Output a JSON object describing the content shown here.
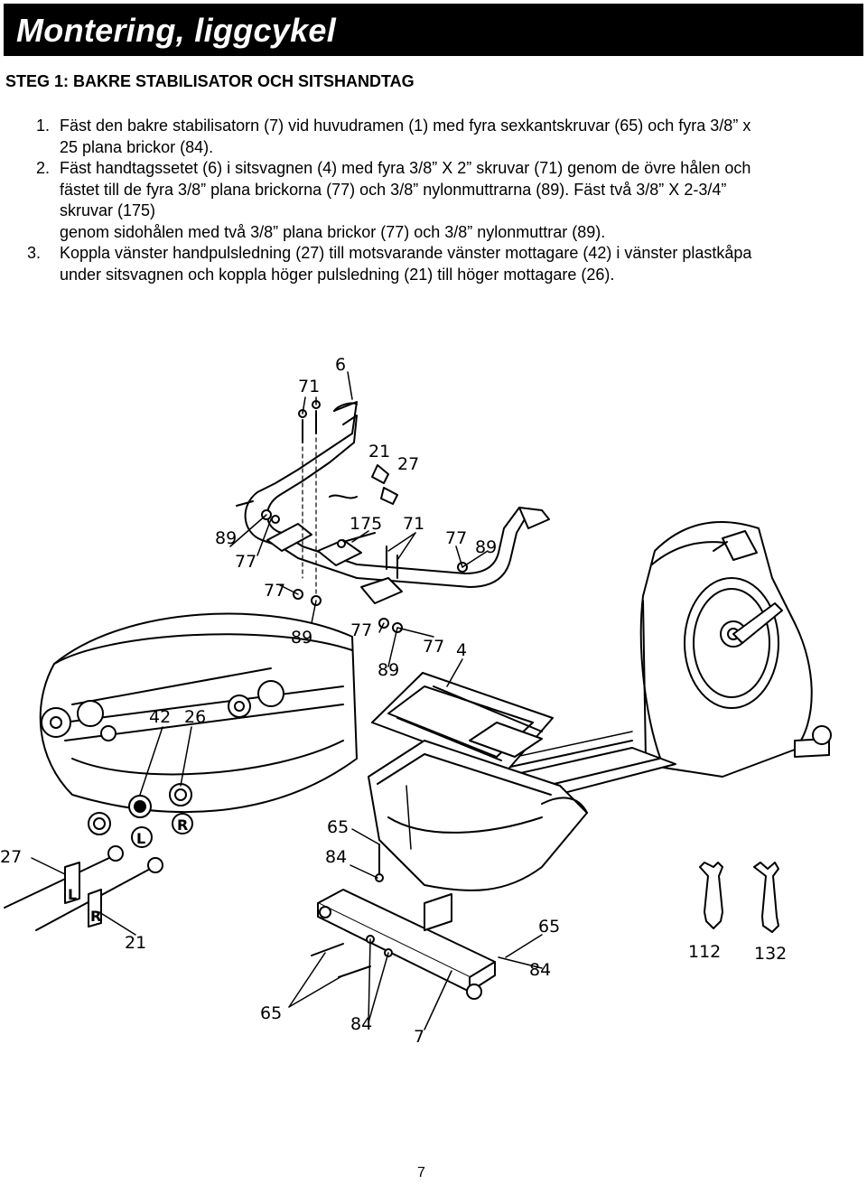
{
  "header": {
    "title": "Montering, liggcykel"
  },
  "section": {
    "heading": "STEG 1: BAKRE STABILISATOR OCH SITSHANDTAG"
  },
  "steps": [
    {
      "num": "1.",
      "lines": [
        "Fäst den bakre stabilisatorn (7) vid huvudramen (1) med fyra sexkantskruvar (65) och fyra 3/8” x",
        "25 plana brickor (84)."
      ]
    },
    {
      "num": "2.",
      "lines": [
        "Fäst handtagssetet (6) i sitsvagnen (4) med fyra 3/8” X 2” skruvar (71) genom de övre hålen och",
        "fästet till de fyra 3/8” plana brickorna (77) och 3/8” nylonmuttrarna (89). Fäst två 3/8” X 2-3/4”",
        "skruvar (175)",
        "genom sidohålen med två 3/8” plana brickor (77) och 3/8” nylonmuttrar (89)."
      ]
    },
    {
      "num": "3.",
      "lines": [
        "Koppla vänster handpulsledning (27) till motsvarande vänster mottagare (42) i vänster plastkåpa",
        "under sitsvagnen och koppla höger pulsledning (21) till höger mottagare (26)."
      ]
    }
  ],
  "diagram": {
    "callouts": {
      "c6": "6",
      "c71a": "71",
      "c21a": "21",
      "c27a": "27",
      "c89a": "89",
      "c77a": "77",
      "c175": "175",
      "c71b": "71",
      "c77b": "77",
      "c89b": "89",
      "c77c": "77",
      "c89c": "89",
      "c77d": "77",
      "c77e": "77",
      "c4": "4",
      "c89d": "89",
      "c42": "42",
      "c26": "26",
      "c27b": "27",
      "c21b": "21",
      "c65a": "65",
      "c84a": "84",
      "c65b": "65",
      "c84b": "84",
      "c112": "112",
      "c132": "132",
      "c65c": "65",
      "c84c": "84",
      "c7": "7"
    },
    "markers": {
      "left": "L",
      "right": "R"
    }
  },
  "footer": {
    "page_number": "7"
  }
}
